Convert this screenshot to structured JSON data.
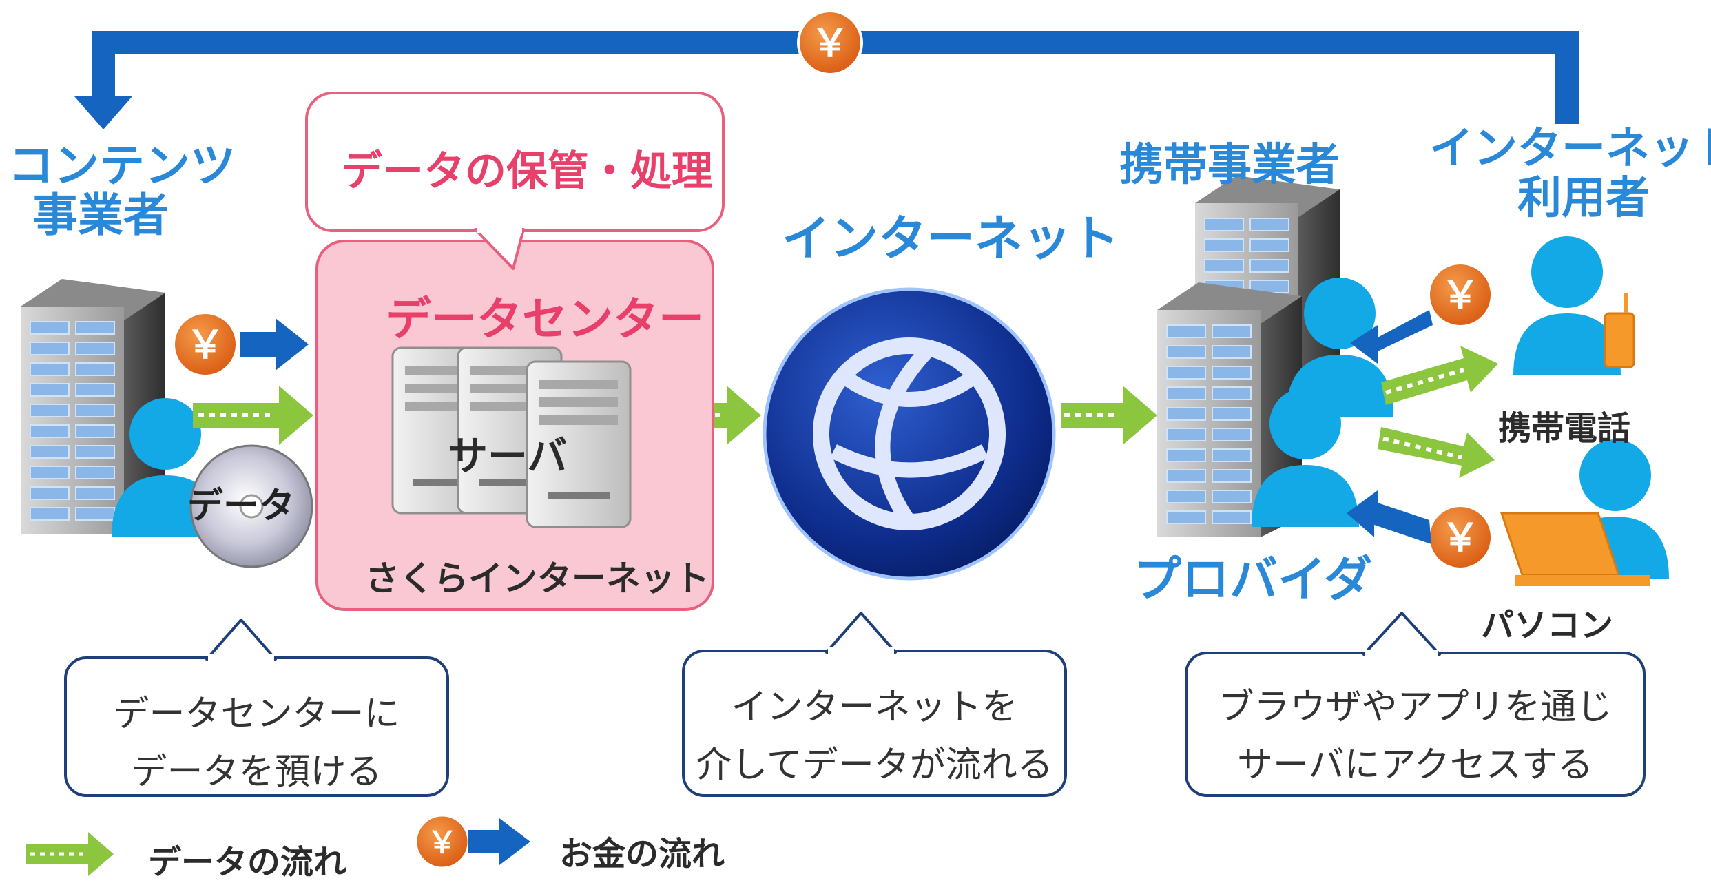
{
  "actors": {
    "content_provider": {
      "line1": "コンテンツ",
      "line2": "事業者"
    },
    "mobile_carrier": "携帯事業者",
    "internet_user": {
      "line1": "インターネット",
      "line2": "利用者"
    },
    "provider": "プロバイダ",
    "internet": "インターネット"
  },
  "data_center": {
    "callout": "データの保管・処理",
    "title": "データセンター",
    "server_label": "サーバ",
    "company": "さくらインターネット"
  },
  "devices": {
    "disc_label": "データ",
    "mobile_phone": "携帯電話",
    "pc": "パソコン"
  },
  "notes": {
    "left": {
      "line1": "データセンターに",
      "line2": "データを預ける"
    },
    "middle": {
      "line1": "インターネットを",
      "line2": "介してデータが流れる"
    },
    "right": {
      "line1": "ブラウザやアプリを通じ",
      "line2": "サーバにアクセスする"
    }
  },
  "legend": {
    "data_flow": "データの流れ",
    "money_flow": "お金の流れ"
  },
  "currency_symbol": "￥",
  "colors": {
    "blue_text": "#2a88d8",
    "pink_text": "#e8406a",
    "money_arrow": "#1565c0",
    "data_arrow": "#8cc63f",
    "coin": "#e86a1c",
    "person": "#12a9e6",
    "datacenter_fill": "#f9c8d2",
    "datacenter_border": "#e8607e",
    "callout_border": "#1f3f7a"
  }
}
